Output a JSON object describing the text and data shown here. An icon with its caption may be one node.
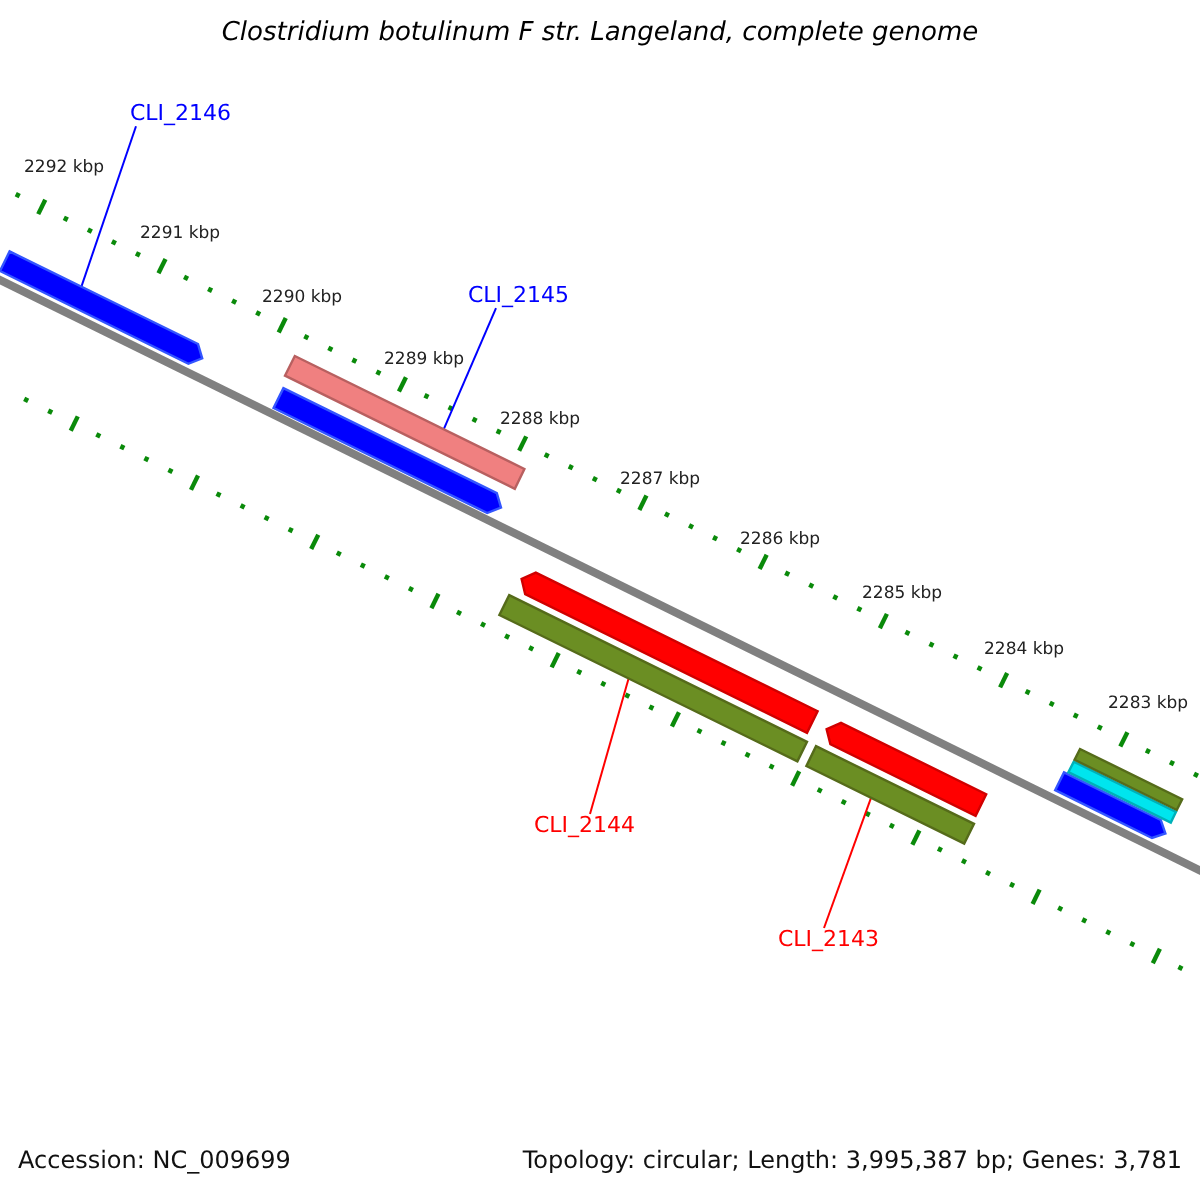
{
  "diagram": {
    "title": "Clostridium botulinum F str. Langeland, complete genome",
    "nodes": [
      {
        "text": [
          "CLI_2146"
        ]
      },
      {
        "text": [
          "CLI_2145"
        ]
      },
      {
        "text": [
          "CLI_2144"
        ]
      },
      {
        "text": [
          "CLI_2143"
        ]
      },
      {
        "text": [],
        "shape": "bar"
      },
      {
        "text": [],
        "shape": "bar"
      },
      {
        "text": [],
        "shape": "bar"
      },
      {
        "text": [],
        "shape": "bar"
      },
      {
        "text": [],
        "shape": "bar"
      },
      {
        "text": [],
        "shape": "bar"
      },
      {
        "text": [],
        "shape": "bar"
      },
      {
        "text": [],
        "shape": "bar"
      },
      {
        "text": [],
        "shape": "bar"
      },
      {
        "text": [],
        "shape": "bar"
      }
    ],
    "edges": [
      {
        "from": 0,
        "to": 4,
        "arrow": "none",
        "color": "#0000ff"
      },
      {
        "from": 1,
        "to": 6,
        "arrow": "none",
        "color": "#0000ff"
      },
      {
        "from": 2,
        "to": 7,
        "arrow": "none",
        "color": "#ff0000"
      },
      {
        "from": 3,
        "to": 9,
        "arrow": "none",
        "color": "#ff0000"
      }
    ],
    "labels": [
      "2292 kbp",
      "2291 kbp",
      "2290 kbp",
      "2289 kbp",
      "2288 kbp",
      "2287 kbp",
      "2286 kbp",
      "2285 kbp",
      "2284 kbp",
      "2283 kbp",
      "Accession: NC_009699",
      "Topology: circular; Length: 3,995,387 bp; Genes: 3,781"
    ]
  }
}
